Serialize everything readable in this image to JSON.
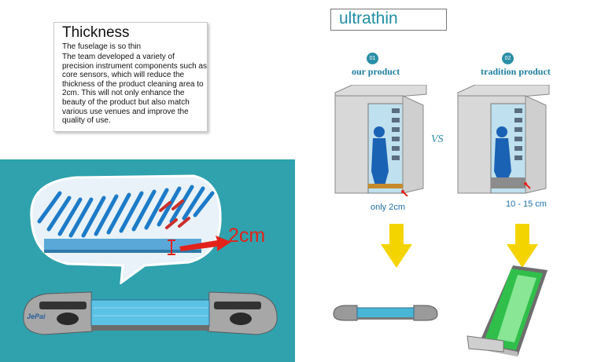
{
  "thickness": {
    "title": "Thickness",
    "subtitle": "The fuselage is so thin",
    "body": "The team developed a variety of precision instrument components such as core sensors, which will reduce the thickness of the product cleaning area to 2cm. This will not only enhance the beauty of the product but also match various use venues and improve the quality of use."
  },
  "heading": "ultrathin",
  "comparison": {
    "left": {
      "step": "01",
      "title": "our product",
      "caption": "only 2cm"
    },
    "right": {
      "step": "02",
      "title": "tradition product",
      "caption": "10 - 15 cm"
    },
    "vs_label": "VS"
  },
  "product": {
    "measurement": "2cm",
    "brand_text": "JePai"
  },
  "colors": {
    "accent": "#2a8ea7",
    "panel": "#2fa2ae",
    "arrow": "#f4d400",
    "measure": "#e2231a"
  }
}
